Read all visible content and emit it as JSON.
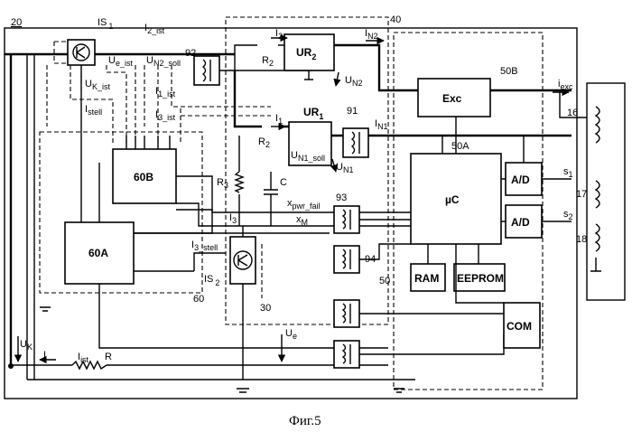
{
  "caption": "Фиг.5",
  "ref_20": "20",
  "ref_40": "40",
  "ref_50a": "50A",
  "ref_50b": "50B",
  "ref_50": "50",
  "ref_60": "60",
  "ref_30": "30",
  "ref_16": "16",
  "ref_17": "17",
  "ref_18": "18",
  "ref_91": "91",
  "ref_92": "92",
  "ref_93": "93",
  "ref_94": "94",
  "blocks": {
    "ur2": "UR",
    "ur2_sub": "2",
    "ur1": "UR",
    "ur1_sub": "1",
    "exc": "Exc",
    "uc": "µC",
    "ad1": "A/D",
    "ad2": "A/D",
    "ram": "RAM",
    "eeprom": "EEPROM",
    "com": "COM",
    "b60b": "60B",
    "b60a": "60A"
  },
  "labels": {
    "is1": "IS",
    "is1_sub": "1",
    "is2": "IS",
    "is2_sub": "2",
    "i2_ist": "I",
    "i2_ist_sub": "2_ist",
    "ue_ist": "U",
    "ue_ist_sub": "e_ist",
    "un2_soll": "U",
    "un2_soll_sub": "N2_soll",
    "uk_ist": "U",
    "uk_ist_sub": "K_ist",
    "istell": "I",
    "istell_sub": "stell",
    "i1_ist": "I",
    "i1_ist_sub": "1_ist",
    "i3_ist": "I",
    "i3_ist_sub": "3_ist",
    "i2": "I",
    "i2_sub": "2",
    "r2a": "R",
    "r2a_sub": "2",
    "in2": "I",
    "in2_sub": "N2",
    "un2": "U",
    "un2_sub": "N2",
    "i1": "I",
    "i1_sub": "1",
    "r2b": "R",
    "r2b_sub": "2",
    "un1_soll": "U",
    "un1_soll_sub": "N1_soll",
    "un1": "U",
    "un1_sub": "N1",
    "in1": "I",
    "in1_sub": "N1",
    "iexc": "i",
    "iexc_sub": "exc",
    "r3": "R",
    "r3_sub": "3",
    "c": "C",
    "xpwr": "x",
    "xpwr_sub": "pwr_fail",
    "xm": "x",
    "xm_sub": "M",
    "i3": "I",
    "i3_sub": "3",
    "i3_stell": "I",
    "i3_stell_sub": "3_stell",
    "s1": "s",
    "s1_sub": "1",
    "s2": "s",
    "s2_sub": "2",
    "ue": "U",
    "ue_sub": "e",
    "uk": "U",
    "uk_sub": "K",
    "i_left": "I",
    "iist": "I",
    "iist_sub": "ist",
    "r": "R"
  }
}
